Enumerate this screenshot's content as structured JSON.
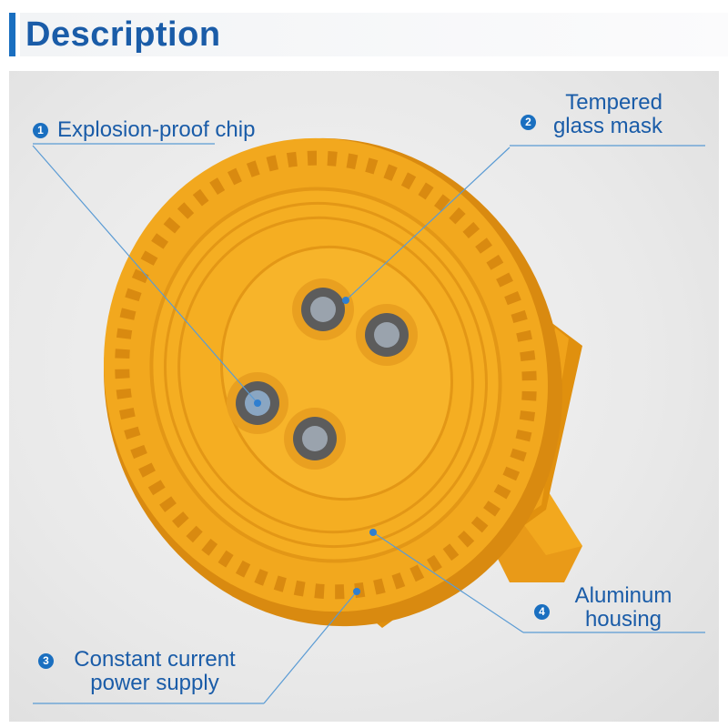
{
  "header": {
    "title": "Description"
  },
  "callouts": [
    {
      "number": "1",
      "label": "Explosion-proof chip"
    },
    {
      "number": "2",
      "label_line1": "Tempered",
      "label_line2": "glass mask"
    },
    {
      "number": "3",
      "label_line1": "Constant current",
      "label_line2": "power supply"
    },
    {
      "number": "4",
      "label_line1": "Aluminum",
      "label_line2": "housing"
    }
  ],
  "colors": {
    "accent": "#1a6fc0",
    "text": "#1a5ca8",
    "housing": "#f2a81e",
    "housing_dark": "#d98a10"
  }
}
